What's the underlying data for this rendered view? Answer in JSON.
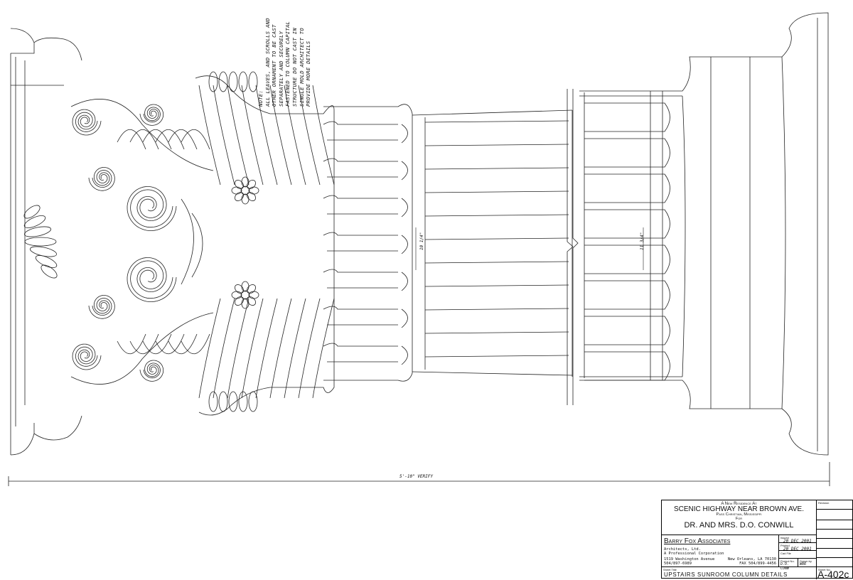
{
  "drawing": {
    "note": [
      "Note:",
      "All leaves, and scrolls and",
      "other ornament to be cast",
      "separately and securely",
      "fastened to column capital",
      "structure do not cast in",
      "single mold architect to",
      "provide more details"
    ],
    "dimensions": {
      "overall": "5'-10\" VERIFY",
      "shaft_left": "10 1/4\"",
      "shaft_right": "11 3/4\""
    }
  },
  "title_block": {
    "project": {
      "line1": "A New Residence At",
      "line2": "SCENIC HIGHWAY NEAR BROWN AVE.",
      "line3": "Pass Christian, Mississippi",
      "line4": "For",
      "client": "DR. AND MRS. D.O. CONWILL"
    },
    "firm": {
      "name": "Barry Fox Associates",
      "line1": "Architects, Ltd.",
      "line2": "A Professional Corporation",
      "address": "1519 Washington Avenue",
      "city": "New Orleans, LA  70130",
      "phone": "504/897-6989",
      "fax": "FAX 504/899-4456"
    },
    "fields": {
      "issued_label": "Issued",
      "issued": "20 DEC 2001",
      "printed_label": "Printed",
      "printed": "20 DEC 2001",
      "cad_label": "Cad File",
      "project_no_label": "Project No.",
      "project_no": "D.O. CONW",
      "drawn_by_label": "Drawn by",
      "drawn_by": "WBR",
      "revision_label": "Revision",
      "sheet_title_label": "Sheet Title",
      "sheet_title": "UPSTAIRS SUNROOM COLUMN DETAILS",
      "sheet_no_label": "Sheet No.",
      "sheet_no": "A-402c"
    }
  }
}
